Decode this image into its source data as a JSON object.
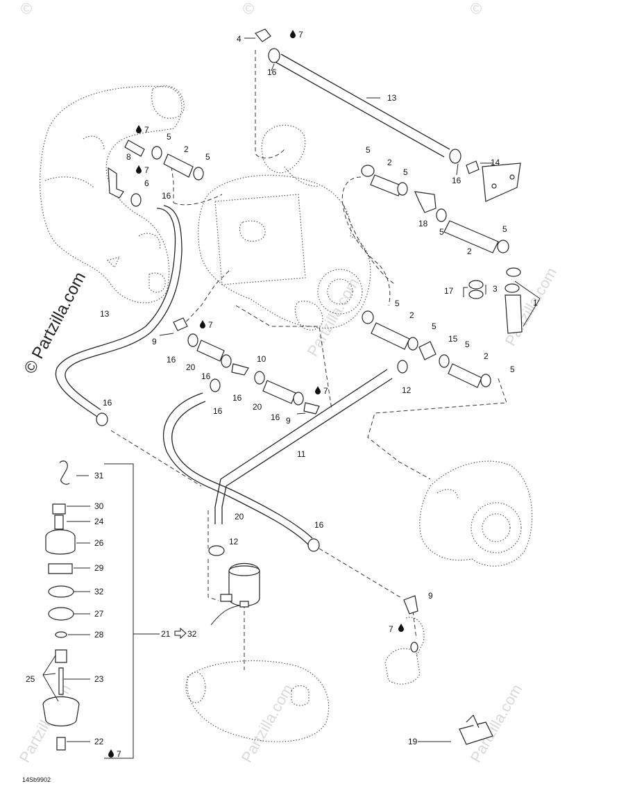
{
  "watermark": {
    "vertical_text": "© Partzilla.com",
    "repeat_text": "Partzilla.com",
    "copyright_symbol": "©"
  },
  "drawing_code": "14Sb9902",
  "callouts": {
    "c1": "1",
    "c2a": "2",
    "c2b": "2",
    "c2c": "2",
    "c2d": "2",
    "c2e": "2",
    "c3": "3",
    "c4": "4",
    "c5a": "5",
    "c5b": "5",
    "c5c": "5",
    "c5d": "5",
    "c5e": "5",
    "c5f": "5",
    "c5g": "5",
    "c5h": "5",
    "c5i": "5",
    "c5j": "5",
    "c6": "6",
    "c7a": "7",
    "c7b": "7",
    "c7c": "7",
    "c7d": "7",
    "c7e": "7",
    "c7f": "7",
    "c7g": "7",
    "c8": "8",
    "c9a": "9",
    "c9b": "9",
    "c9c": "9",
    "c10": "10",
    "c11": "11",
    "c12a": "12",
    "c12b": "12",
    "c13a": "13",
    "c13b": "13",
    "c14": "14",
    "c15": "15",
    "c16a": "16",
    "c16b": "16",
    "c16c": "16",
    "c16d": "16",
    "c16e": "16",
    "c16f": "16",
    "c16g": "16",
    "c16h": "16",
    "c16i": "16",
    "c16j": "16",
    "c17": "17",
    "c18": "18",
    "c19": "19",
    "c20a": "20",
    "c20b": "20",
    "c20c": "20",
    "c21": "21",
    "c32arrow": "32",
    "c22": "22",
    "c23": "23",
    "c24": "24",
    "c25": "25",
    "c26": "26",
    "c27": "27",
    "c28": "28",
    "c29": "29",
    "c30": "30",
    "c31": "31",
    "c32": "32"
  }
}
